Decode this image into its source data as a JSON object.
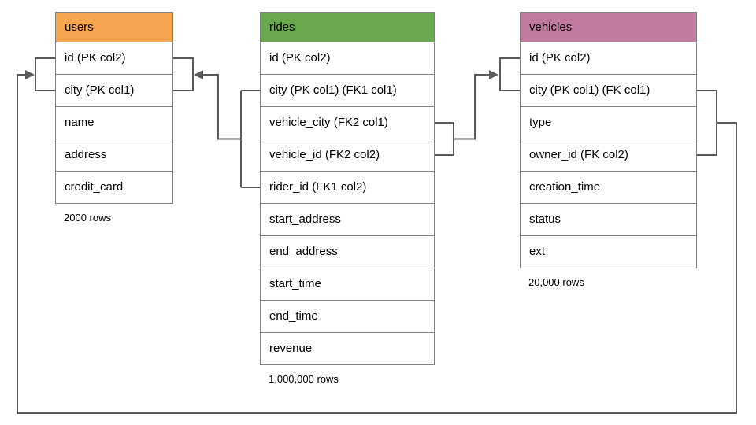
{
  "colors": {
    "users_header": "#f6a650",
    "rides_header": "#6aa84f",
    "vehicles_header": "#c27ba0",
    "connector_line": "#5b5b5b"
  },
  "tables": [
    {
      "name": "users",
      "header_color": "#f6a650",
      "rows": [
        "id (PK col2)",
        "city (PK col1)",
        "name",
        "address",
        "credit_card"
      ],
      "footer": "2000 rows"
    },
    {
      "name": "rides",
      "header_color": "#6aa84f",
      "rows": [
        "id (PK col2)",
        "city (PK col1) (FK1 col1)",
        "vehicle_city (FK2 col1)",
        "vehicle_id (FK2 col2)",
        "rider_id (FK1 col2)",
        "start_address",
        "end_address",
        "start_time",
        "end_time",
        "revenue"
      ],
      "footer": "1,000,000 rows"
    },
    {
      "name": "vehicles",
      "header_color": "#c27ba0",
      "rows": [
        "id (PK col2)",
        "city (PK col1) (FK col1)",
        "type",
        "owner_id (FK col2)",
        "creation_time",
        "status",
        "ext"
      ],
      "footer": "20,000 rows"
    }
  ]
}
